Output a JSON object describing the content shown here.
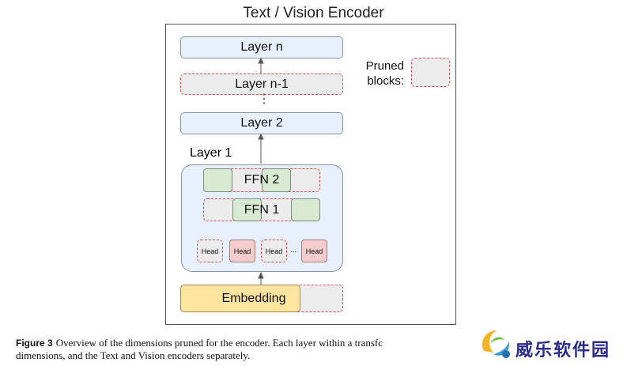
{
  "title": "Text / Vision Encoder",
  "layers": {
    "layer_n": "Layer n",
    "layer_n_minus_1": "Layer n-1",
    "layer_2": "Layer 2",
    "layer_1": "Layer 1",
    "ellipsis": "⋮"
  },
  "ffn": {
    "ffn2": "FFN 2",
    "ffn1": "FFN 1"
  },
  "heads": [
    "Head",
    "Head",
    "Head",
    "Head"
  ],
  "head_ellipsis": "...",
  "embedding": "Embedding",
  "legend": {
    "label_line1": "Pruned",
    "label_line2": "blocks:"
  },
  "caption": {
    "label": "Figure 3",
    "text": "Overview of the dimensions pruned for the encoder. Each layer within a transfc",
    "text_line2": "dimensions, and the Text and Vision encoders separately."
  },
  "watermark": "威乐软件园",
  "colors": {
    "layer_fill": "#e8f0fe",
    "pruned_fill": "#ececec",
    "pruned_border": "#e05050",
    "ffn_kept": "#d9ead3",
    "head_kept": "#f4cccc",
    "embedding": "#fde5a0"
  }
}
